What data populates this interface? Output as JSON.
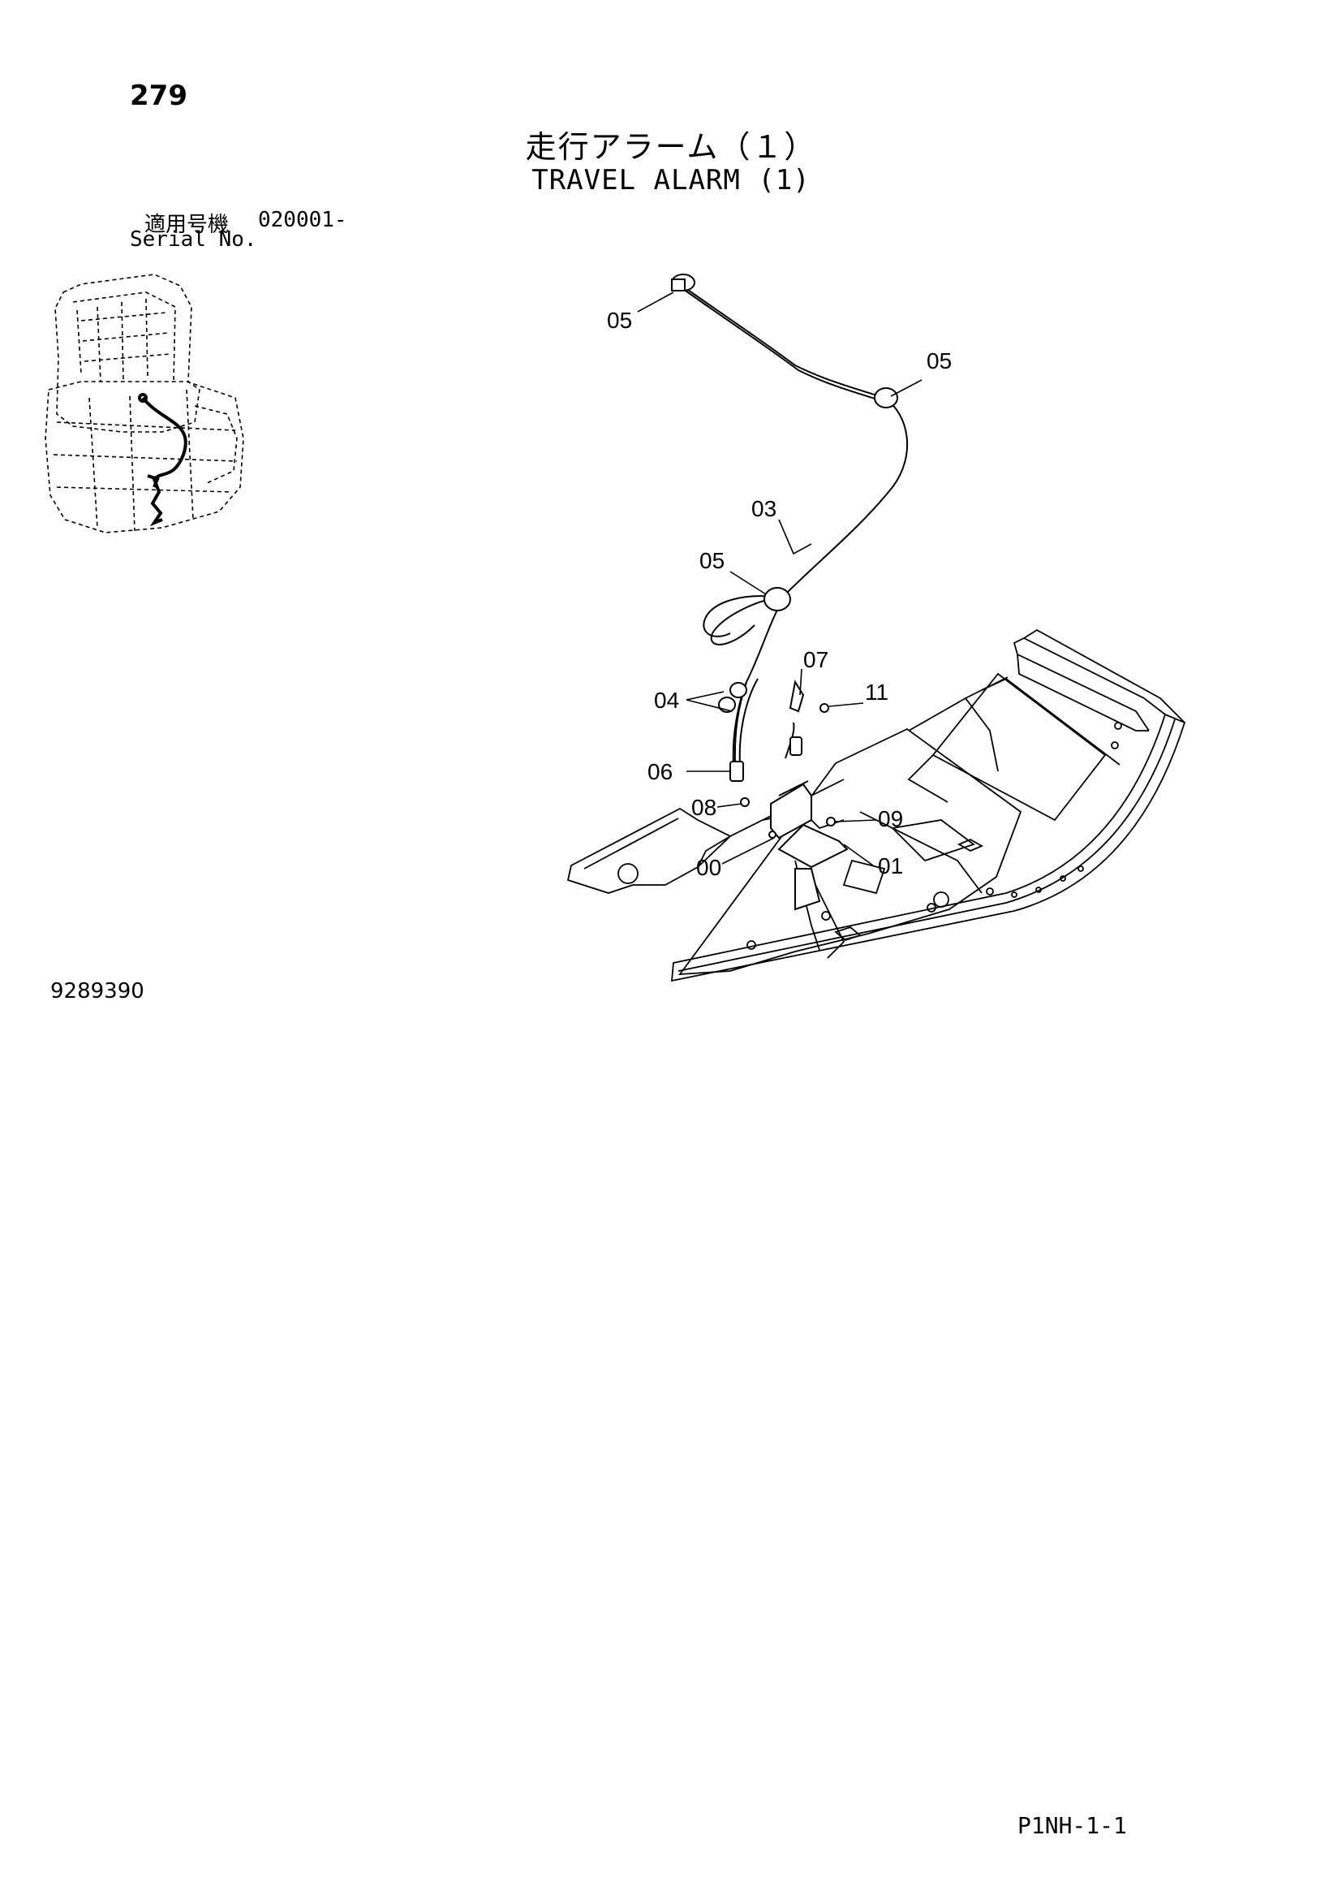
{
  "header": {
    "page_number": "279",
    "title_jp": "走行アラーム（１）",
    "title_en": "TRAVEL ALARM (1)",
    "serial_label_jp": "適用号機",
    "serial_range": "020001-",
    "serial_label_en": "Serial No."
  },
  "footer": {
    "drawing_number": "9289390",
    "sheet_code": "P1NH-1-1"
  },
  "callouts": {
    "c05_top": "05",
    "c05_right": "05",
    "c03": "03",
    "c05_mid": "05",
    "c07": "07",
    "c11": "11",
    "c04": "04",
    "c06": "06",
    "c08": "08",
    "c09": "09",
    "c00": "00",
    "c01": "01"
  }
}
